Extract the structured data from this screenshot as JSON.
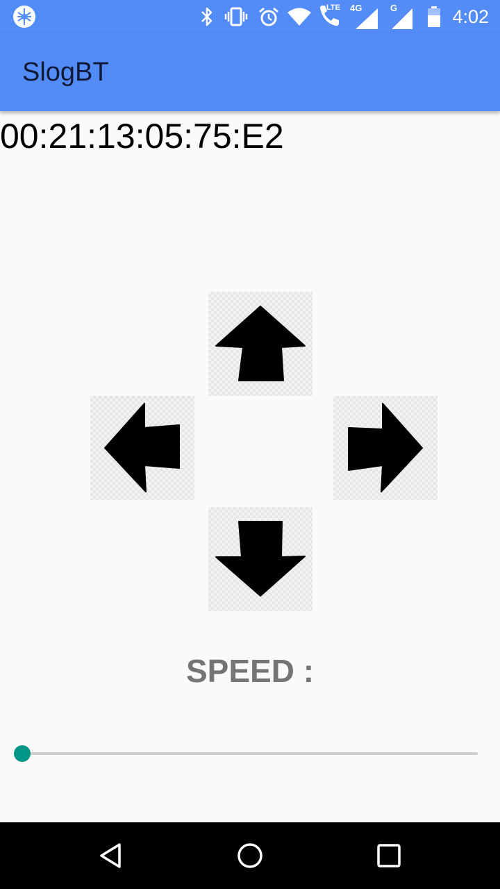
{
  "status_bar": {
    "time": "4:02",
    "network_labels": {
      "lte": "LTE",
      "four_g": "4G",
      "g": "G"
    },
    "icons": [
      "app-notification-icon",
      "bluetooth-icon",
      "vibrate-icon",
      "alarm-icon",
      "wifi-icon",
      "lte-call-icon",
      "signal-4g-icon",
      "signal-g-icon",
      "battery-icon"
    ],
    "color": "#538bf7"
  },
  "app_bar": {
    "title": "SlogBT",
    "color": "#538bf7"
  },
  "device": {
    "address": "00:21:13:05:75:E2"
  },
  "controls": {
    "buttons": [
      "arrow-up-icon",
      "arrow-left-icon",
      "arrow-right-icon",
      "arrow-down-icon"
    ]
  },
  "speed": {
    "label": "SPEED :",
    "value": 0,
    "thumb_color": "#009688"
  },
  "nav_bar": {
    "icons": [
      "back-icon",
      "home-icon",
      "recents-icon"
    ]
  }
}
